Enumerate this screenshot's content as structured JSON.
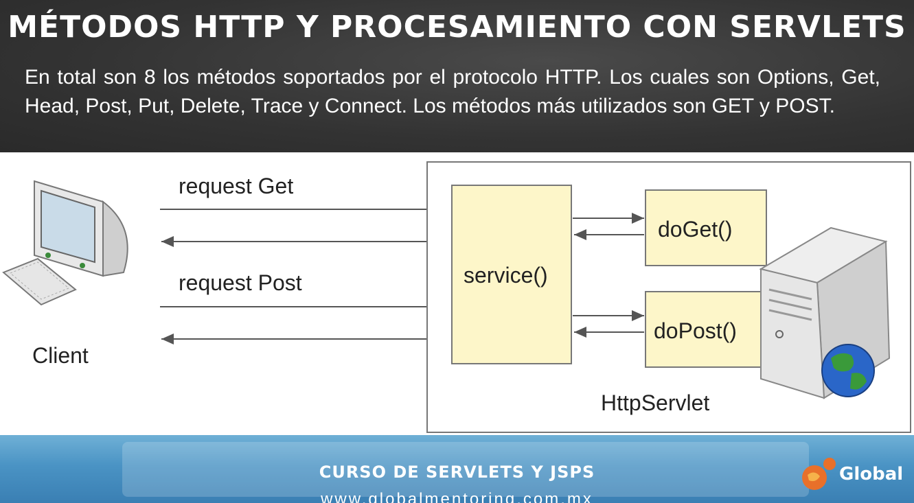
{
  "slide": {
    "title": "MÉTODOS HTTP Y PROCESAMIENTO CON SERVLETS",
    "paragraph": "En total son 8 los métodos soportados por el protocolo HTTP. Los cuales son Options, Get, Head, Post, Put, Delete, Trace y Connect. Los métodos más utilizados son GET y POST."
  },
  "diagram": {
    "request_get": "request Get",
    "request_post": "request Post",
    "client": "Client",
    "service": "service()",
    "do_get": "doGet()",
    "do_post": "doPost()",
    "http_servlet": "HttpServlet"
  },
  "footer": {
    "course": "CURSO DE SERVLETS Y JSPS",
    "url": "www.globalmentoring.com.mx",
    "logo_text": "Global",
    "logo_url": "www.globalmentoring.com.mx"
  },
  "colors": {
    "box_fill": "#fdf6c9",
    "footer_blue": "#4a93c4"
  }
}
